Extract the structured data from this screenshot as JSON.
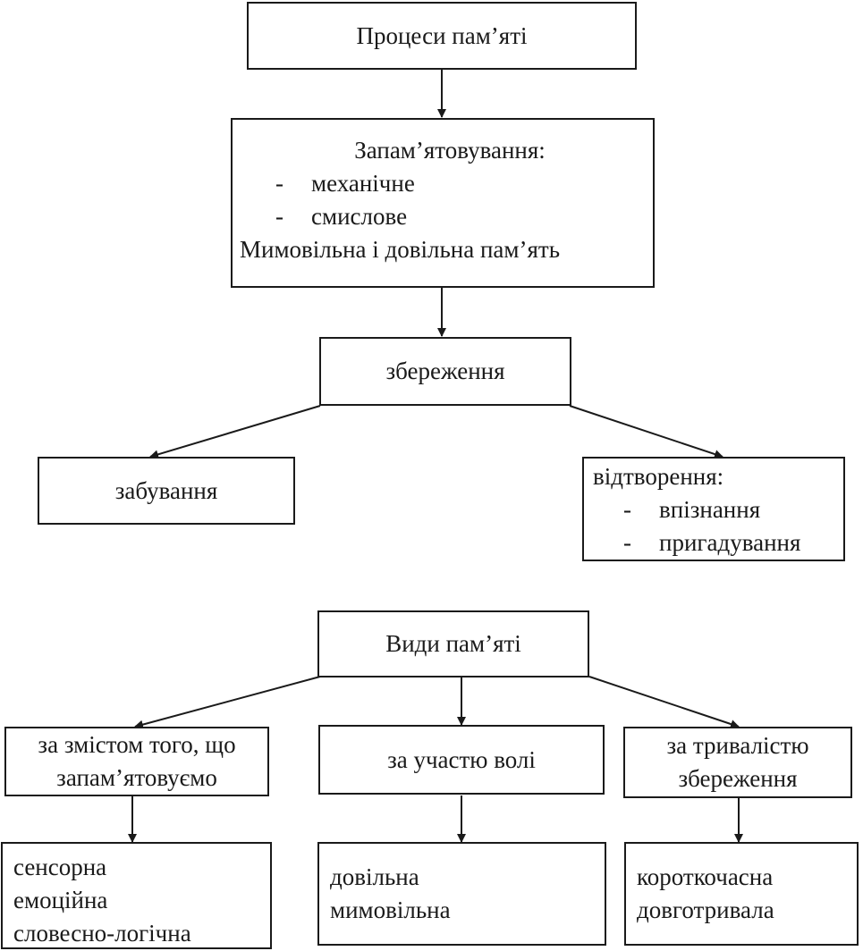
{
  "processes": {
    "title": "Процеси пам’яті",
    "memorization": {
      "heading": "Запам’ятовування:",
      "items": [
        "механічне",
        "смислове"
      ],
      "footer": "Мимовільна і довільна пам’ять"
    },
    "storage": "збереження",
    "forgetting": "забування",
    "reproduction": {
      "heading": "відтворення:",
      "items": [
        "впізнання",
        "пригадування"
      ]
    }
  },
  "types": {
    "title": "Види пам’яті",
    "by_content": {
      "label_line1": "за змістом того, що",
      "label_line2": "запам’ятовуємо",
      "items": [
        "сенсорна",
        "емоційна",
        "словесно-логічна"
      ]
    },
    "by_will": {
      "label": "за участю волі",
      "items": [
        "довільна",
        "мимовільна"
      ]
    },
    "by_duration": {
      "label_line1": "за тривалістю",
      "label_line2": "збереження",
      "items": [
        "короткочасна",
        "довготривала"
      ]
    }
  },
  "list_marker": "-"
}
